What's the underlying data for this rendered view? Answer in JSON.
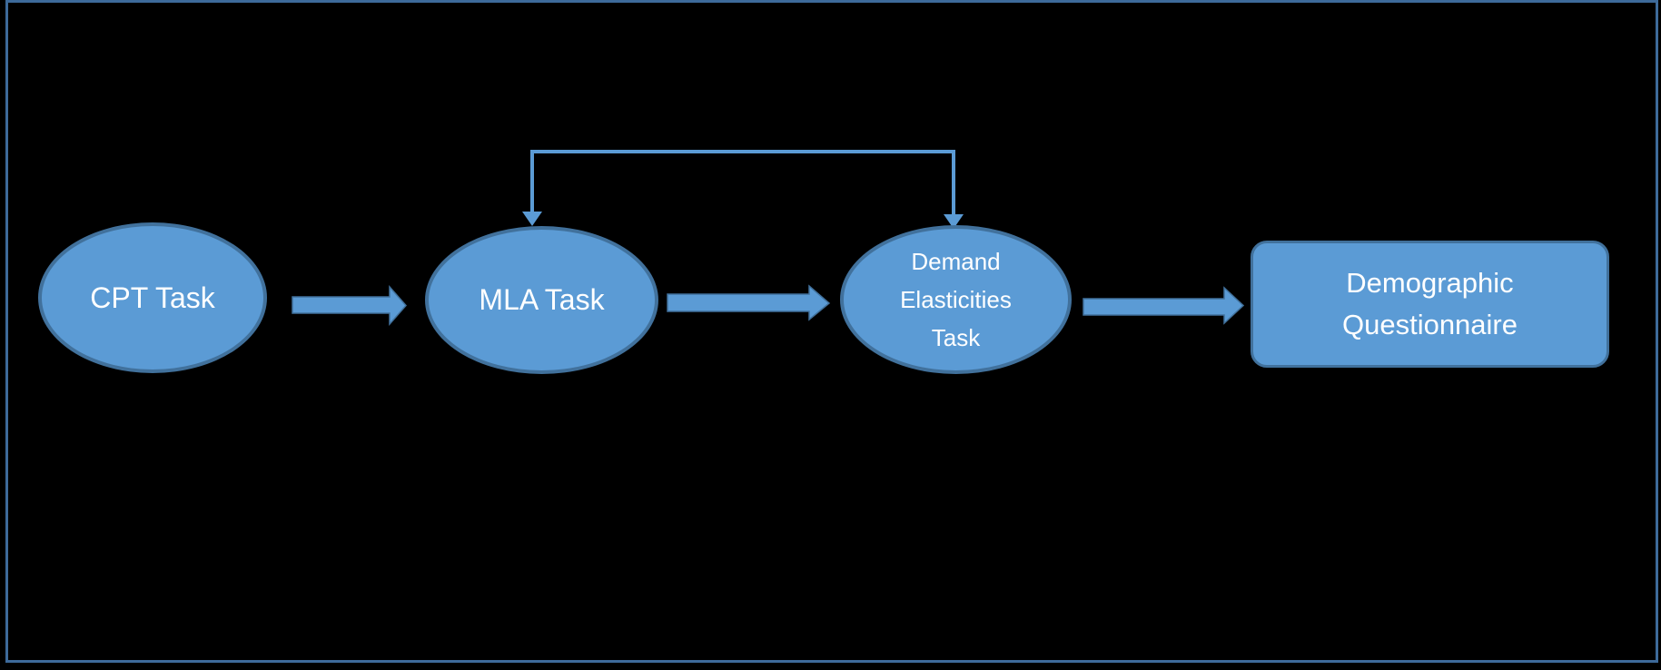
{
  "diagram": {
    "title": "Task flow diagram",
    "colors": {
      "background": "#000000",
      "frame_border": "#3D6A9A",
      "node_fill": "#5B9BD5",
      "node_border": "#41719C",
      "connector": "#5B9BD5",
      "text": "#FFFFFF"
    },
    "nodes": [
      {
        "id": "cpt",
        "shape": "ellipse",
        "label": "CPT Task"
      },
      {
        "id": "mla",
        "shape": "ellipse",
        "label": "MLA Task"
      },
      {
        "id": "demand",
        "shape": "ellipse",
        "label": "Demand\nElasticities\nTask"
      },
      {
        "id": "demographic",
        "shape": "rounded-rectangle",
        "label": "Demographic\nQuestionnaire"
      }
    ],
    "edges": [
      {
        "from": "cpt",
        "to": "mla",
        "type": "block-arrow",
        "direction": "right"
      },
      {
        "from": "mla",
        "to": "demand",
        "type": "block-arrow",
        "direction": "right"
      },
      {
        "from": "demand",
        "to": "demographic",
        "type": "block-arrow",
        "direction": "right"
      },
      {
        "from": "loop",
        "to": "mla-and-demand",
        "type": "elbow-connector",
        "description": "horizontal line above MLA Task and Demand Elasticities Task with downward arrowheads into the top of both ellipses"
      }
    ]
  }
}
